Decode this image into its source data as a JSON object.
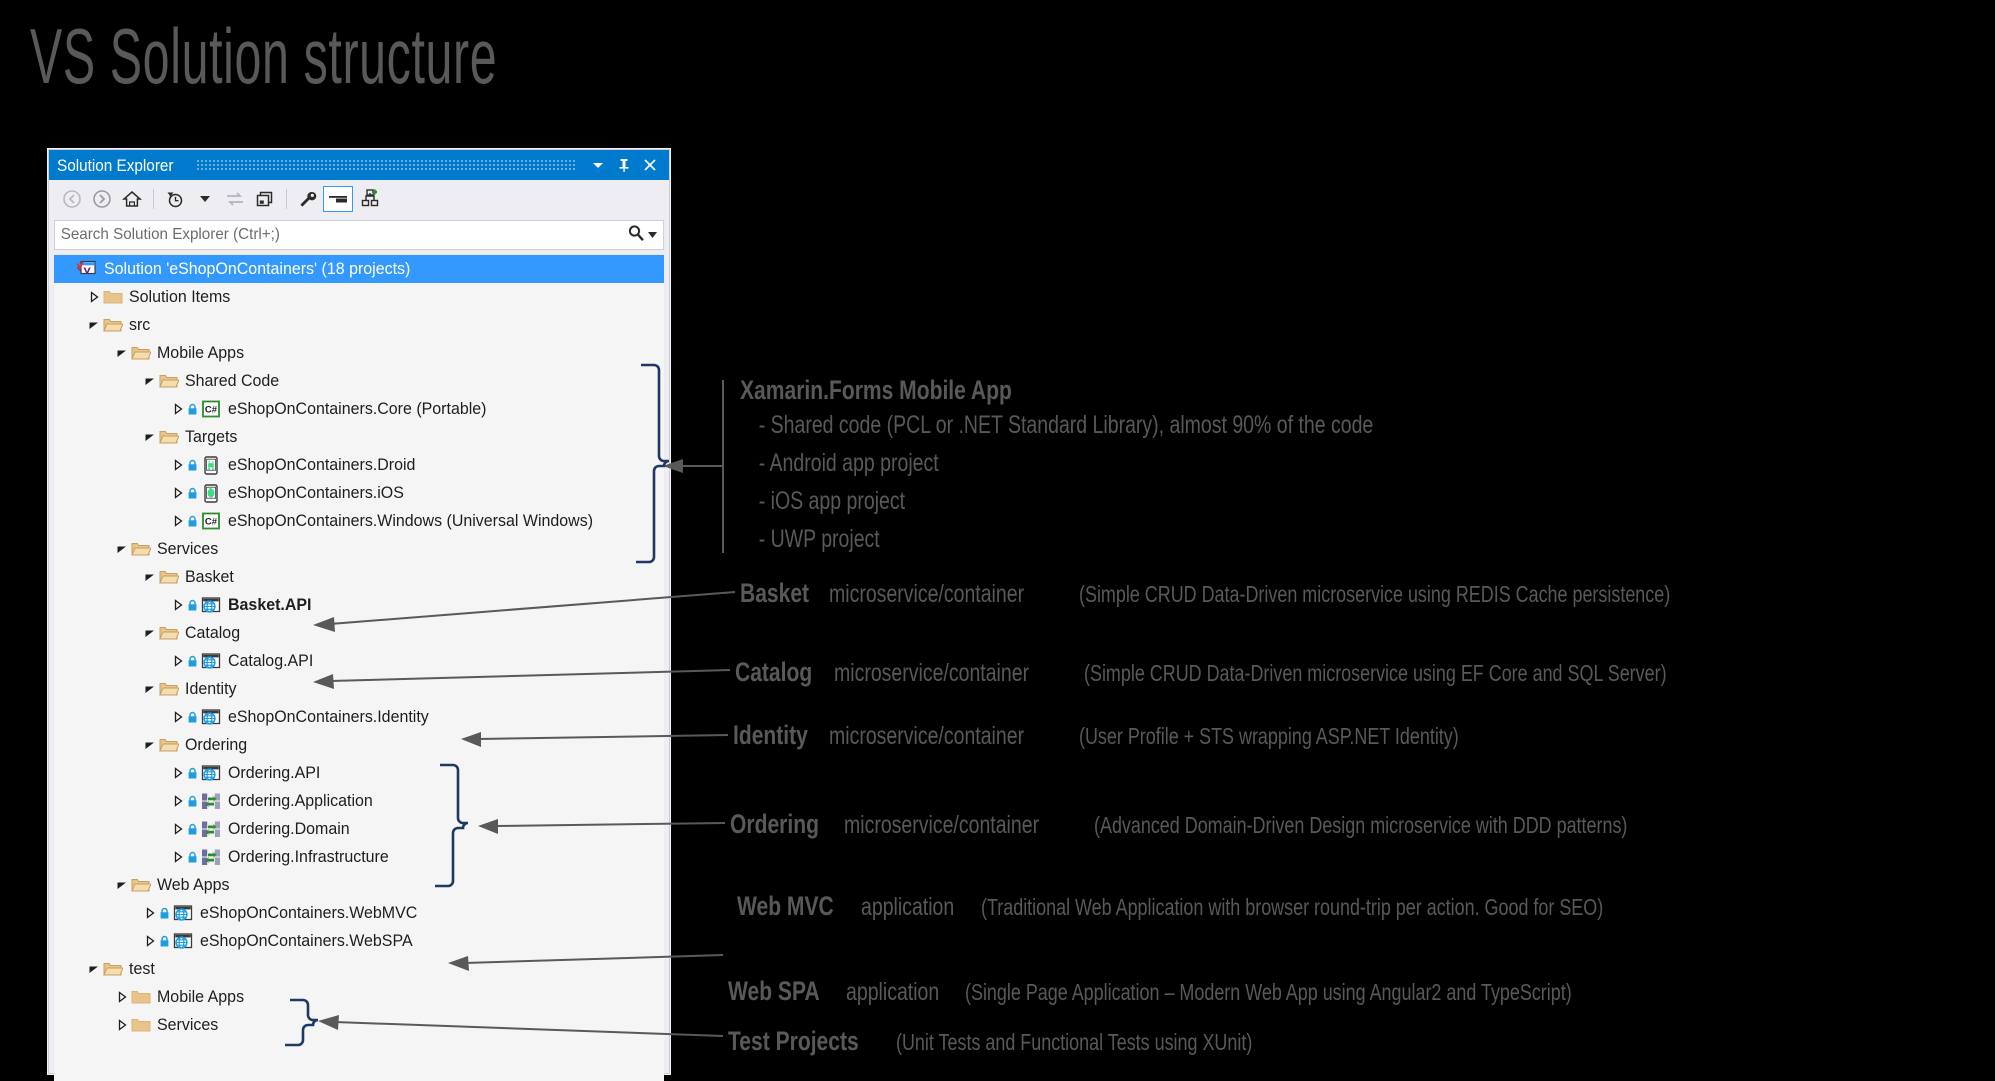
{
  "slide": {
    "title": "VS Solution structure"
  },
  "window": {
    "title": "Solution Explorer",
    "title_buttons": [
      {
        "name": "dropdown-icon",
        "glyph": "▾"
      },
      {
        "name": "pin-icon",
        "glyph": "pin"
      },
      {
        "name": "close-icon",
        "glyph": "✕"
      }
    ],
    "toolbar": [
      {
        "name": "back-button",
        "label": "Back"
      },
      {
        "name": "forward-button",
        "label": "Forward"
      },
      {
        "name": "home-button",
        "label": "Home"
      },
      {
        "name": "pending-changes-filter-button",
        "label": "Pending Changes Filter"
      },
      {
        "name": "sync-with-active-document-button",
        "label": "Sync with Active Document"
      },
      {
        "name": "refresh-button",
        "label": "Refresh"
      },
      {
        "name": "properties-button",
        "label": "Properties"
      },
      {
        "name": "preview-selected-items-button",
        "label": "Preview Selected Items"
      },
      {
        "name": "show-all-files-button",
        "label": "Show All Files"
      }
    ],
    "search": {
      "placeholder": "Search Solution Explorer (Ctrl+;)",
      "value": ""
    }
  },
  "tree": [
    {
      "depth": 0,
      "label": "Solution 'eShopOnContainers' (18 projects)",
      "icon": "solution",
      "chev": "none",
      "selected": true
    },
    {
      "depth": 1,
      "label": "Solution Items",
      "icon": "folder-closed",
      "chev": "collapsed"
    },
    {
      "depth": 1,
      "label": "src",
      "icon": "folder-open",
      "chev": "expanded"
    },
    {
      "depth": 2,
      "label": "Mobile Apps",
      "icon": "folder-open",
      "chev": "expanded"
    },
    {
      "depth": 3,
      "label": "Shared Code",
      "icon": "folder-open",
      "chev": "expanded"
    },
    {
      "depth": 4,
      "label": "eShopOnContainers.Core (Portable)",
      "icon": "csharp",
      "chev": "collapsed",
      "lock": true
    },
    {
      "depth": 3,
      "label": "Targets",
      "icon": "folder-open",
      "chev": "expanded"
    },
    {
      "depth": 4,
      "label": "eShopOnContainers.Droid",
      "icon": "android",
      "chev": "collapsed",
      "lock": true
    },
    {
      "depth": 4,
      "label": "eShopOnContainers.iOS",
      "icon": "ios",
      "chev": "collapsed",
      "lock": true
    },
    {
      "depth": 4,
      "label": "eShopOnContainers.Windows (Universal Windows)",
      "icon": "csharp",
      "chev": "collapsed",
      "lock": true
    },
    {
      "depth": 2,
      "label": "Services",
      "icon": "folder-open",
      "chev": "expanded"
    },
    {
      "depth": 3,
      "label": "Basket",
      "icon": "folder-open",
      "chev": "expanded"
    },
    {
      "depth": 4,
      "label": "Basket.API",
      "icon": "web",
      "chev": "collapsed",
      "lock": true,
      "bold": true
    },
    {
      "depth": 3,
      "label": "Catalog",
      "icon": "folder-open",
      "chev": "expanded"
    },
    {
      "depth": 4,
      "label": "Catalog.API",
      "icon": "web",
      "chev": "collapsed",
      "lock": true
    },
    {
      "depth": 3,
      "label": "Identity",
      "icon": "folder-open",
      "chev": "expanded"
    },
    {
      "depth": 4,
      "label": "eShopOnContainers.Identity",
      "icon": "web",
      "chev": "collapsed",
      "lock": true
    },
    {
      "depth": 3,
      "label": "Ordering",
      "icon": "folder-open",
      "chev": "expanded"
    },
    {
      "depth": 4,
      "label": "Ordering.API",
      "icon": "web",
      "chev": "collapsed",
      "lock": true
    },
    {
      "depth": 4,
      "label": "Ordering.Application",
      "icon": "library",
      "chev": "collapsed",
      "lock": true
    },
    {
      "depth": 4,
      "label": "Ordering.Domain",
      "icon": "library",
      "chev": "collapsed",
      "lock": true
    },
    {
      "depth": 4,
      "label": "Ordering.Infrastructure",
      "icon": "library",
      "chev": "collapsed",
      "lock": true
    },
    {
      "depth": 2,
      "label": "Web Apps",
      "icon": "folder-open",
      "chev": "expanded"
    },
    {
      "depth": 3,
      "label": "eShopOnContainers.WebMVC",
      "icon": "web",
      "chev": "collapsed",
      "lock": true
    },
    {
      "depth": 3,
      "label": "eShopOnContainers.WebSPA",
      "icon": "web",
      "chev": "collapsed",
      "lock": true
    },
    {
      "depth": 1,
      "label": "test",
      "icon": "folder-open",
      "chev": "expanded"
    },
    {
      "depth": 2,
      "label": "Mobile Apps",
      "icon": "folder-closed",
      "chev": "collapsed"
    },
    {
      "depth": 2,
      "label": "Services",
      "icon": "folder-closed",
      "chev": "collapsed"
    }
  ],
  "annotations": {
    "xamarin": {
      "head": "Xamarin.Forms Mobile App",
      "items": [
        "- Shared code (PCL or .NET Standard Library), almost 90% of the code",
        "- Android app project",
        "- iOS app project",
        "- UWP project"
      ]
    },
    "lines": [
      {
        "name": "basket",
        "head": "Basket",
        "mid": " microservice/container ",
        "tail": "(Simple CRUD Data-Driven microservice using REDIS Cache persistence)"
      },
      {
        "name": "catalog",
        "head": "Catalog",
        "mid": " microservice/container ",
        "tail": "(Simple CRUD Data-Driven microservice using EF Core and SQL Server)"
      },
      {
        "name": "identity",
        "head": "Identity",
        "mid": " microservice/container ",
        "tail": "(User Profile + STS wrapping ASP.NET Identity)"
      },
      {
        "name": "ordering",
        "head": "Ordering",
        "mid": " microservice/container ",
        "tail": "(Advanced Domain-Driven Design microservice with DDD patterns)"
      },
      {
        "name": "webmvc",
        "head": "Web MVC",
        "mid": " application ",
        "tail": "(Traditional Web Application with browser round-trip per action. Good for SEO)"
      },
      {
        "name": "webspa",
        "head": "Web SPA",
        "mid": " application ",
        "tail": "(Single Page Application – Modern Web App using Angular2 and TypeScript)"
      },
      {
        "name": "tests",
        "head": "Test Projects",
        "mid": " ",
        "tail": "(Unit Tests and Functional Tests using XUnit)"
      }
    ]
  },
  "colors": {
    "background": "#000000",
    "accent": "#007acc",
    "selection": "#3399ff",
    "text_gray": "#595959",
    "bracket_navy": "#1f3864",
    "arrow_gray": "#595959",
    "folder": "#e8c48a"
  }
}
